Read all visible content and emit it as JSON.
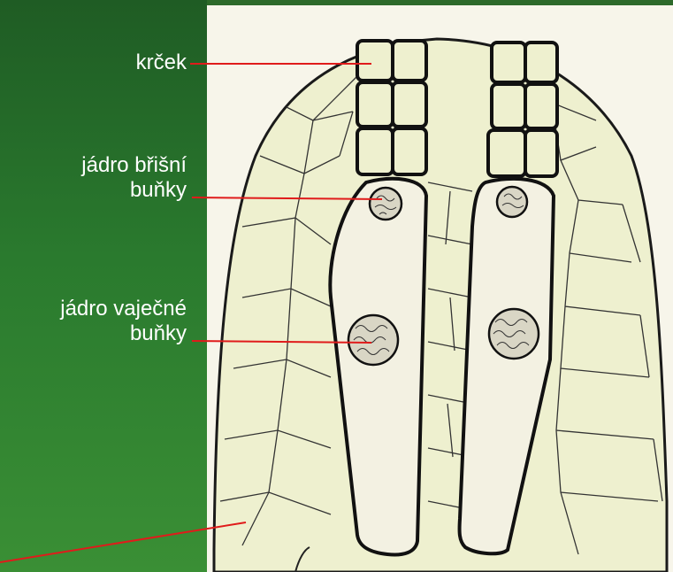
{
  "labels": {
    "neck": "krček",
    "ventral_canal_nucleus_line1": "jádro břišní",
    "ventral_canal_nucleus_line2": "buňky",
    "egg_nucleus_line1": "jádro vaječné",
    "egg_nucleus_line2": "buňky"
  },
  "colors": {
    "background_green": "#2a7a2e",
    "pointer_line": "#e01b1b",
    "drawing_paper": "#f7f5ea",
    "cell_fill": "#eef0cf",
    "cell_outline": "#1a1a1a"
  }
}
